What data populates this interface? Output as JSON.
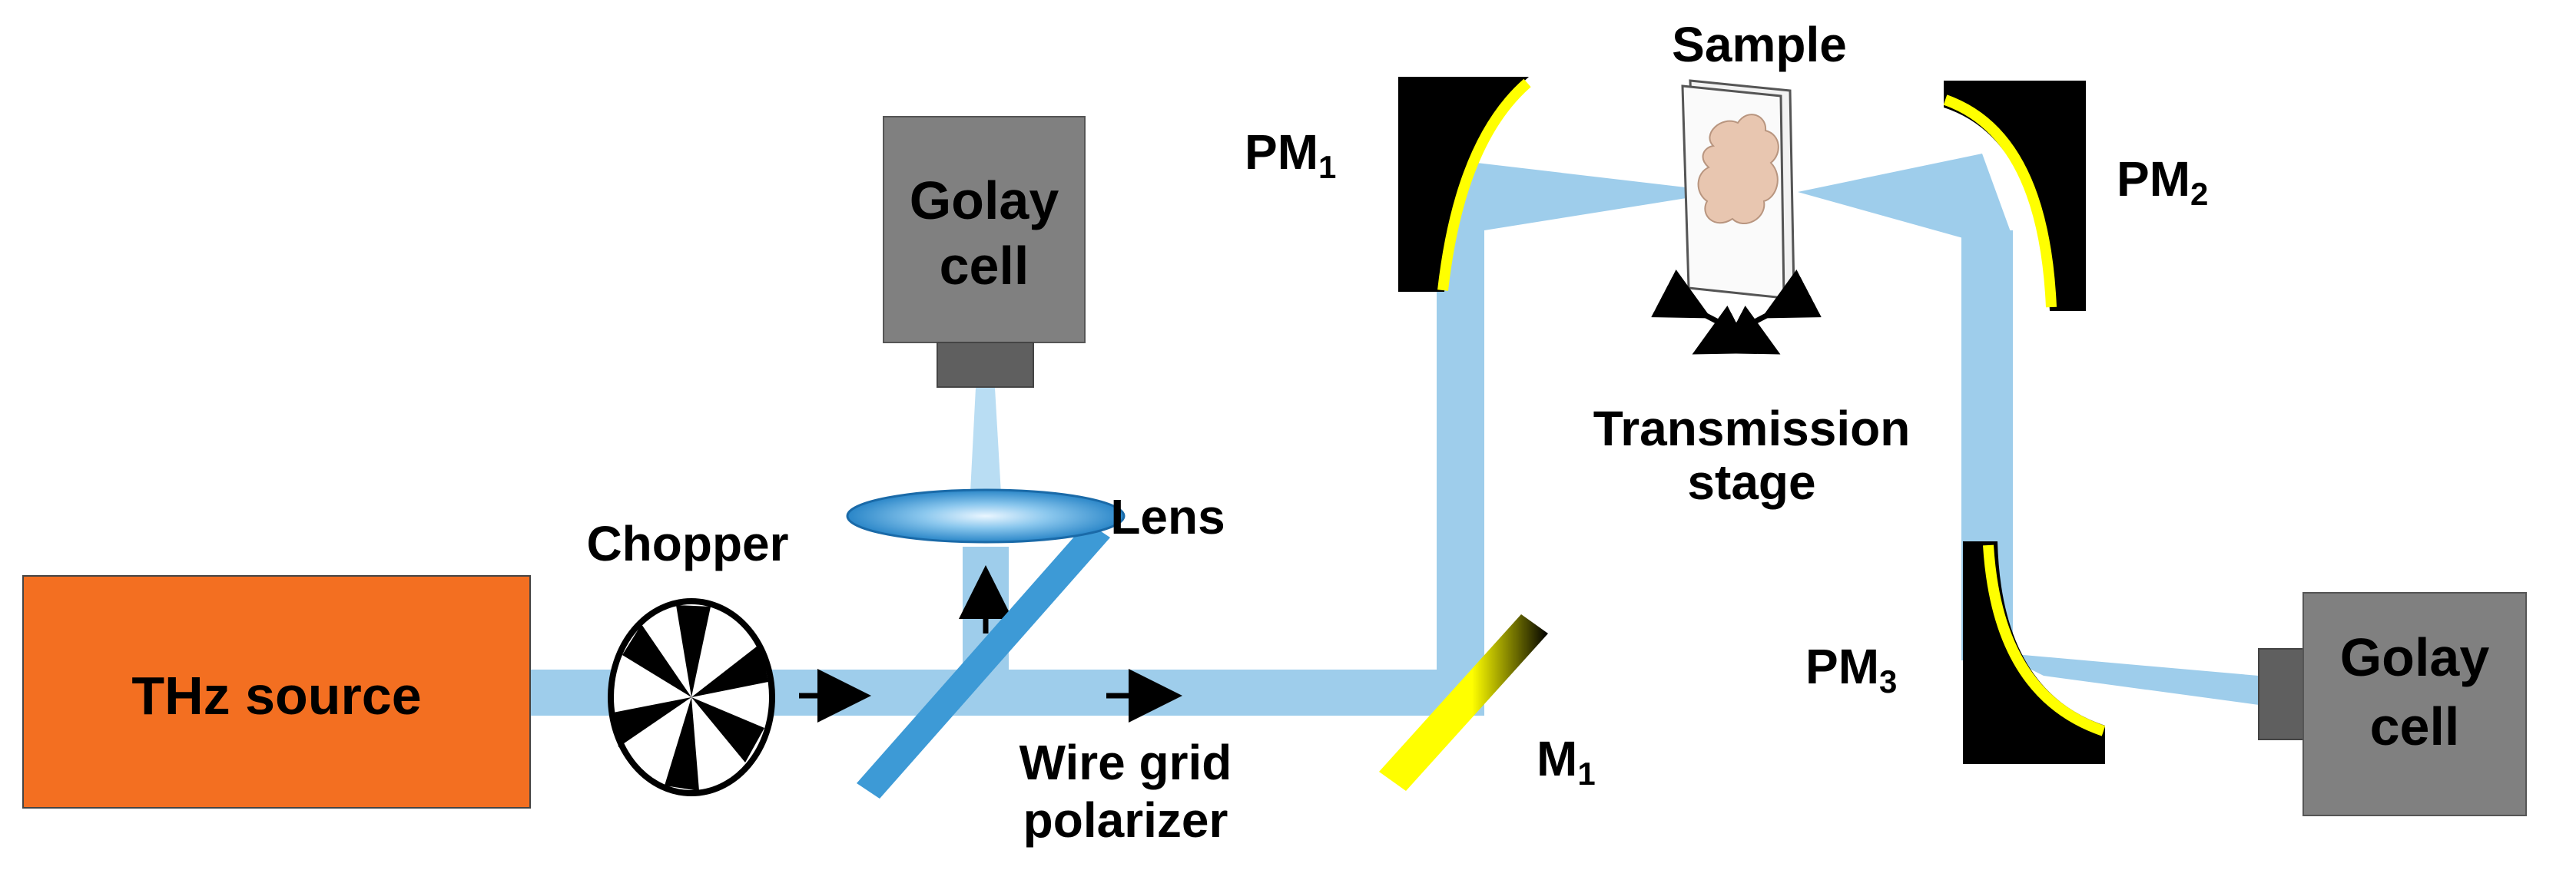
{
  "labels": {
    "thz_source": "THz source",
    "chopper": "Chopper",
    "golay_cell_top_line1": "Golay",
    "golay_cell_top_line2": "cell",
    "lens": "Lens",
    "wire_grid_line1": "Wire grid",
    "wire_grid_line2": "polarizer",
    "m1_main": "M",
    "m1_sub": "1",
    "pm1_main": "PM",
    "pm1_sub": "1",
    "pm2_main": "PM",
    "pm2_sub": "2",
    "pm3_main": "PM",
    "pm3_sub": "3",
    "sample": "Sample",
    "transmission_line1": "Transmission",
    "transmission_line2": "stage",
    "golay_cell_right_line1": "Golay",
    "golay_cell_right_line2": "cell"
  },
  "colors": {
    "beam": "#9ecdeb",
    "source": "#f36f21",
    "golay": "#808080",
    "golay_window": "#5f5f5f",
    "mirror_coating": "#ffff00",
    "polarizer": "#3d9ad6",
    "lens": "#3f9fd8"
  },
  "icons": {
    "chopper": "chopper-wheel-icon",
    "arrows": "right-arrow-icon",
    "stage": "translation-arrows-icon"
  }
}
